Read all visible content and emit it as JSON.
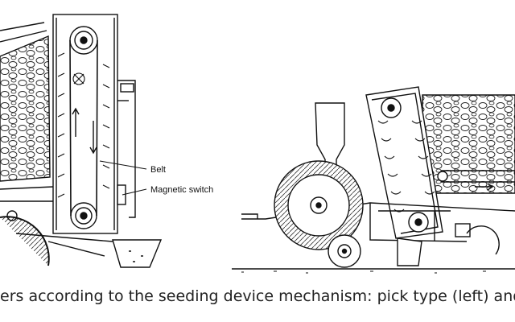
{
  "figure": {
    "labels": {
      "belt": "Belt",
      "magnetic_switch": "Magnetic switch"
    },
    "caption": "ers according to the seeding device mechanism: pick type (left) and cup"
  }
}
